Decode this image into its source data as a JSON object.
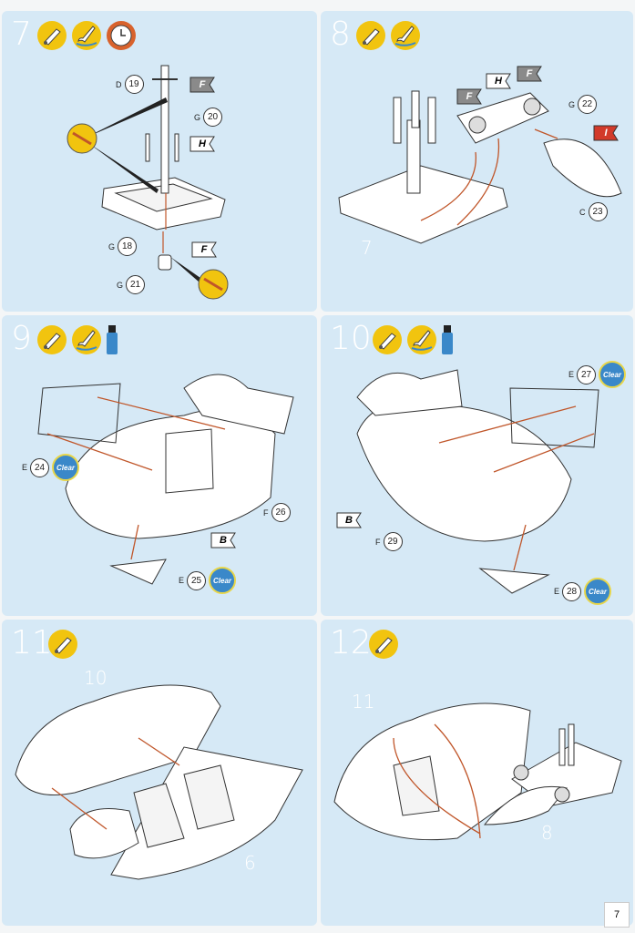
{
  "page_number": "7",
  "colors": {
    "panel": "#d6e9f6",
    "arrow": "#c0562a",
    "paint_yellow": "#f1c40f",
    "clear_blue": "#3a88c9",
    "flag_gray": "#8a8a8a",
    "flag_red": "#d23a2a"
  },
  "steps": [
    {
      "number": "7",
      "icons": [
        "glue-icon",
        "paint-brush-icon",
        "clock-icon"
      ],
      "parts": [
        {
          "letter": "D",
          "num": "19"
        },
        {
          "letter": "G",
          "num": "20"
        },
        {
          "letter": "G",
          "num": "18"
        },
        {
          "letter": "G",
          "num": "21"
        }
      ],
      "flags": [
        "F",
        "H",
        "F"
      ]
    },
    {
      "number": "8",
      "icons": [
        "glue-icon",
        "paint-brush-icon"
      ],
      "parts": [
        {
          "letter": "G",
          "num": "22"
        },
        {
          "letter": "C",
          "num": "23"
        }
      ],
      "flags": [
        "F",
        "H",
        "F",
        "I"
      ],
      "ref": "7"
    },
    {
      "number": "9",
      "icons": [
        "glue-icon",
        "paint-brush-icon",
        "clear-bottle-icon"
      ],
      "parts": [
        {
          "letter": "E",
          "num": "24"
        },
        {
          "letter": "E",
          "num": "25"
        },
        {
          "letter": "F",
          "num": "26"
        }
      ],
      "clear_label": "Clear",
      "flags": [
        "B"
      ]
    },
    {
      "number": "10",
      "icons": [
        "glue-icon",
        "paint-brush-icon",
        "clear-bottle-icon"
      ],
      "parts": [
        {
          "letter": "E",
          "num": "27"
        },
        {
          "letter": "F",
          "num": "29"
        },
        {
          "letter": "E",
          "num": "28"
        }
      ],
      "clear_label": "Clear",
      "flags": [
        "B"
      ]
    },
    {
      "number": "11",
      "icons": [
        "glue-icon"
      ],
      "refs": [
        "10",
        "6"
      ]
    },
    {
      "number": "12",
      "icons": [
        "glue-icon"
      ],
      "refs": [
        "11",
        "8"
      ]
    }
  ]
}
